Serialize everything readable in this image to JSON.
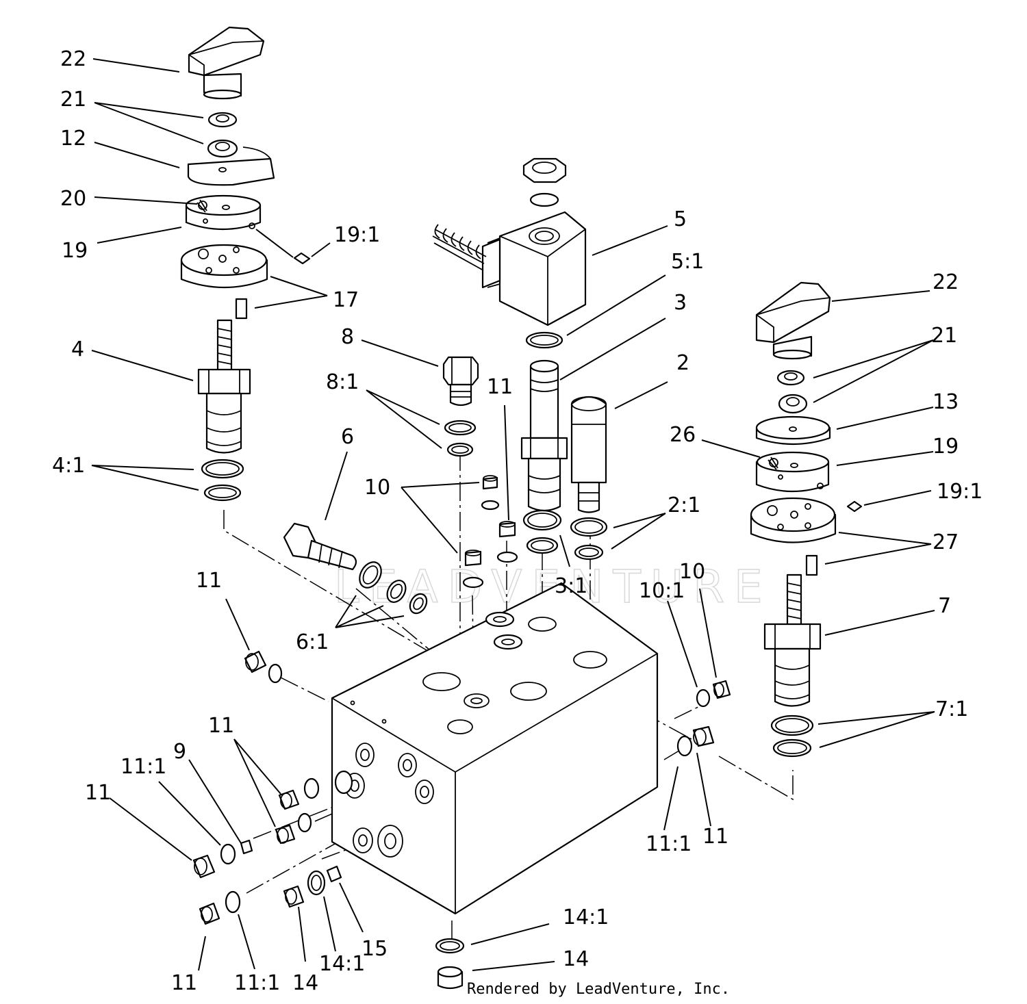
{
  "watermark": "LEADVENTURE",
  "credit": "Rendered by LeadVenture, Inc.",
  "callouts": [
    {
      "id": "c-22a",
      "label": "22"
    },
    {
      "id": "c-21a",
      "label": "21"
    },
    {
      "id": "c-12",
      "label": "12"
    },
    {
      "id": "c-20",
      "label": "20"
    },
    {
      "id": "c-19a",
      "label": "19"
    },
    {
      "id": "c-19-1a",
      "label": "19:1"
    },
    {
      "id": "c-17",
      "label": "17"
    },
    {
      "id": "c-4",
      "label": "4"
    },
    {
      "id": "c-4-1",
      "label": "4:1"
    },
    {
      "id": "c-5",
      "label": "5"
    },
    {
      "id": "c-5-1",
      "label": "5:1"
    },
    {
      "id": "c-3",
      "label": "3"
    },
    {
      "id": "c-2",
      "label": "2"
    },
    {
      "id": "c-8",
      "label": "8"
    },
    {
      "id": "c-8-1",
      "label": "8:1"
    },
    {
      "id": "c-11a",
      "label": "11"
    },
    {
      "id": "c-6",
      "label": "6"
    },
    {
      "id": "c-10a",
      "label": "10"
    },
    {
      "id": "c-2-1",
      "label": "2:1"
    },
    {
      "id": "c-3-1",
      "label": "3:1"
    },
    {
      "id": "c-22b",
      "label": "22"
    },
    {
      "id": "c-21b",
      "label": "21"
    },
    {
      "id": "c-13",
      "label": "13"
    },
    {
      "id": "c-26",
      "label": "26"
    },
    {
      "id": "c-19b",
      "label": "19"
    },
    {
      "id": "c-19-1b",
      "label": "19:1"
    },
    {
      "id": "c-27",
      "label": "27"
    },
    {
      "id": "c-10b",
      "label": "10"
    },
    {
      "id": "c-10-1",
      "label": "10:1"
    },
    {
      "id": "c-7",
      "label": "7"
    },
    {
      "id": "c-7-1",
      "label": "7:1"
    },
    {
      "id": "c-11b",
      "label": "11"
    },
    {
      "id": "c-6-1",
      "label": "6:1"
    },
    {
      "id": "c-11c",
      "label": "11"
    },
    {
      "id": "c-9",
      "label": "9"
    },
    {
      "id": "c-11-1a",
      "label": "11:1"
    },
    {
      "id": "c-11d",
      "label": "11"
    },
    {
      "id": "c-11-1b",
      "label": "11:1"
    },
    {
      "id": "c-11e",
      "label": "11"
    },
    {
      "id": "c-14-1a",
      "label": "14:1"
    },
    {
      "id": "c-14a",
      "label": "14"
    },
    {
      "id": "c-11f",
      "label": "11"
    },
    {
      "id": "c-11-1c",
      "label": "11:1"
    },
    {
      "id": "c-14b",
      "label": "14"
    },
    {
      "id": "c-14-1b",
      "label": "14:1"
    },
    {
      "id": "c-15",
      "label": "15"
    }
  ]
}
